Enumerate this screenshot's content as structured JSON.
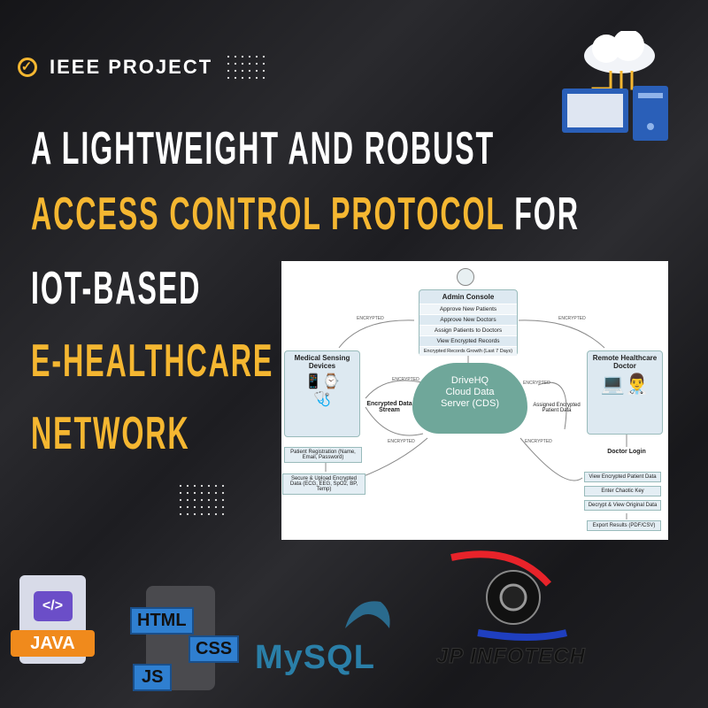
{
  "badge": "IEEE PROJECT",
  "title": {
    "line1": "A LIGHTWEIGHT AND ROBUST",
    "line2a": "ACCESS CONTROL PROTOCOL",
    "line2b": " FOR",
    "line3": "IOT-BASED",
    "line4": "E-HEALTHCARE",
    "line5": "NETWORK"
  },
  "diagram": {
    "admin_title": "Admin Console",
    "admin_items": [
      "Approve New Patients",
      "Approve New Doctors",
      "Assign Patients to Doctors",
      "View Encrypted Records",
      "Encrypted Records Growth (Last 7 Days)"
    ],
    "encrypted": "ENCRYPTED",
    "devices": "Medical Sensing Devices",
    "doctor": "Remote Healthcare Doctor",
    "cloud": [
      "DriveHQ",
      "Cloud Data",
      "Server (CDS)"
    ],
    "stream": "Encrypted Data Stream",
    "assigned": "Assigned Encrypted Patient Data",
    "patient_reg": "Patient Registration (Name, Email, Password)",
    "upload": "Secure & Upload Encrypted Data (ECG, EEG, SpO2, BP, Temp)",
    "doctor_login": "Doctor Login",
    "doctor_steps": [
      "View Encrypted Patient Data",
      "Enter Chaotic Key",
      "Decrypt & View Original Data",
      "Export Results (PDF/CSV)"
    ]
  },
  "logos": {
    "java": "JAVA",
    "html": "HTML",
    "css": "CSS",
    "js": "JS",
    "mysql": "MySQL",
    "company": "JP INFOTECH"
  },
  "colors": {
    "accent": "#f5b731"
  }
}
